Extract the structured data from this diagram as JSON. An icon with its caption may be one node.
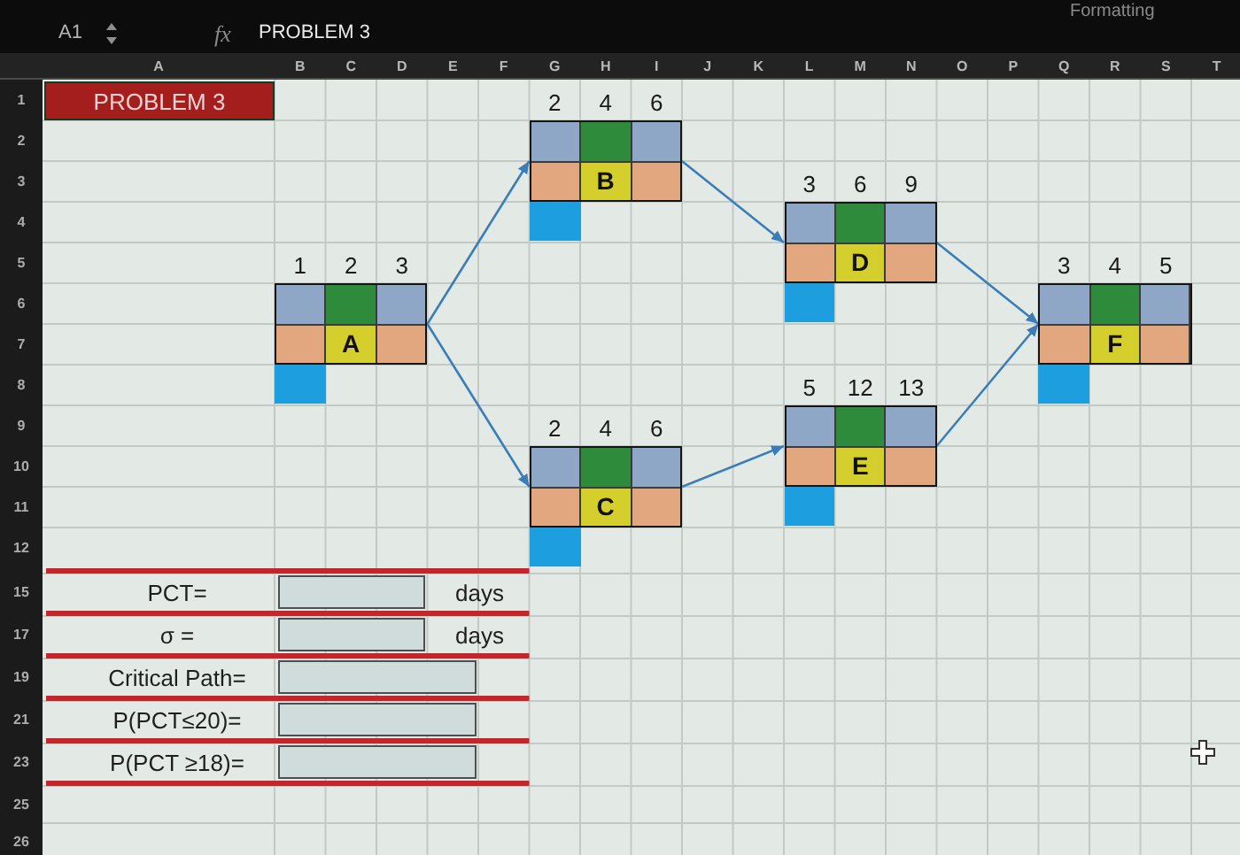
{
  "diagram": {
    "title": "PROBLEM 3",
    "nodes": [
      {
        "text": [
          "1",
          "2",
          "3",
          "A"
        ]
      },
      {
        "text": [
          "2",
          "4",
          "6",
          "B"
        ]
      },
      {
        "text": [
          "2",
          "4",
          "6",
          "C"
        ]
      },
      {
        "text": [
          "3",
          "6",
          "9",
          "D"
        ]
      },
      {
        "text": [
          "5",
          "12",
          "13",
          "E"
        ]
      },
      {
        "text": [
          "3",
          "4",
          "5",
          "F"
        ]
      }
    ],
    "edges": [
      {
        "from": 0,
        "to": 1,
        "arrow": "to"
      },
      {
        "from": 0,
        "to": 2,
        "arrow": "to"
      },
      {
        "from": 1,
        "to": 3,
        "arrow": "to"
      },
      {
        "from": 2,
        "to": 4,
        "arrow": "to"
      },
      {
        "from": 3,
        "to": 5,
        "arrow": "to"
      },
      {
        "from": 4,
        "to": 5,
        "arrow": "to"
      }
    ],
    "labels": [
      "Formatting",
      "A1",
      "fx",
      "PROBLEM 3",
      "A",
      "B",
      "C",
      "D",
      "E",
      "F",
      "G",
      "H",
      "I",
      "J",
      "K",
      "L",
      "M",
      "N",
      "O",
      "P",
      "Q",
      "R",
      "S",
      "T",
      "1",
      "2",
      "3",
      "4",
      "5",
      "6",
      "7",
      "8",
      "9",
      "10",
      "11",
      "12",
      "15",
      "17",
      "19",
      "21",
      "23",
      "25",
      "26",
      "PCT=",
      "days",
      "σ =",
      "days",
      "Critical Path=",
      "P(PCT≤20)=",
      "P(PCT ≥18)="
    ]
  }
}
